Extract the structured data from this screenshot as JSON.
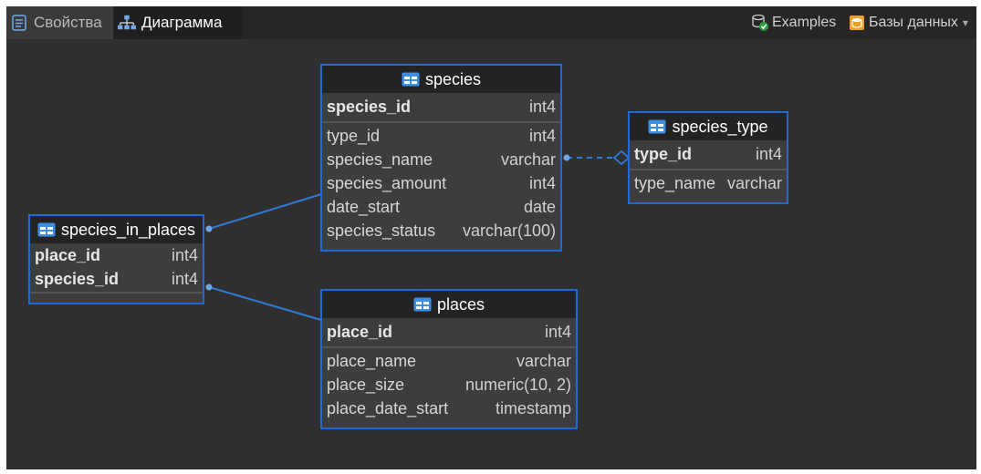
{
  "tabs": [
    {
      "label": "Свойства",
      "icon": "properties-icon"
    },
    {
      "label": "Диаграмма",
      "icon": "diagram-icon"
    }
  ],
  "toolbar": {
    "examples_label": "Examples",
    "databases_label": "Базы данных",
    "dropdown_arrow": "▾"
  },
  "tables": {
    "species": {
      "name": "species",
      "pk": [
        {
          "name": "species_id",
          "type": "int4"
        }
      ],
      "columns": [
        {
          "name": "type_id",
          "type": "int4"
        },
        {
          "name": "species_name",
          "type": "varchar"
        },
        {
          "name": "species_amount",
          "type": "int4"
        },
        {
          "name": "date_start",
          "type": "date"
        },
        {
          "name": "species_status",
          "type": "varchar(100)"
        }
      ]
    },
    "species_type": {
      "name": "species_type",
      "pk": [
        {
          "name": "type_id",
          "type": "int4"
        }
      ],
      "columns": [
        {
          "name": "type_name",
          "type": "varchar"
        }
      ]
    },
    "species_in_places": {
      "name": "species_in_places",
      "pk": [
        {
          "name": "place_id",
          "type": "int4"
        },
        {
          "name": "species_id",
          "type": "int4"
        }
      ],
      "columns": []
    },
    "places": {
      "name": "places",
      "pk": [
        {
          "name": "place_id",
          "type": "int4"
        }
      ],
      "columns": [
        {
          "name": "place_name",
          "type": "varchar"
        },
        {
          "name": "place_size",
          "type": "numeric(10, 2)"
        },
        {
          "name": "place_date_start",
          "type": "timestamp"
        }
      ]
    }
  },
  "colors": {
    "accent": "#1d6bd8",
    "link": "#2f7bd6",
    "background": "#2f2f2f"
  }
}
